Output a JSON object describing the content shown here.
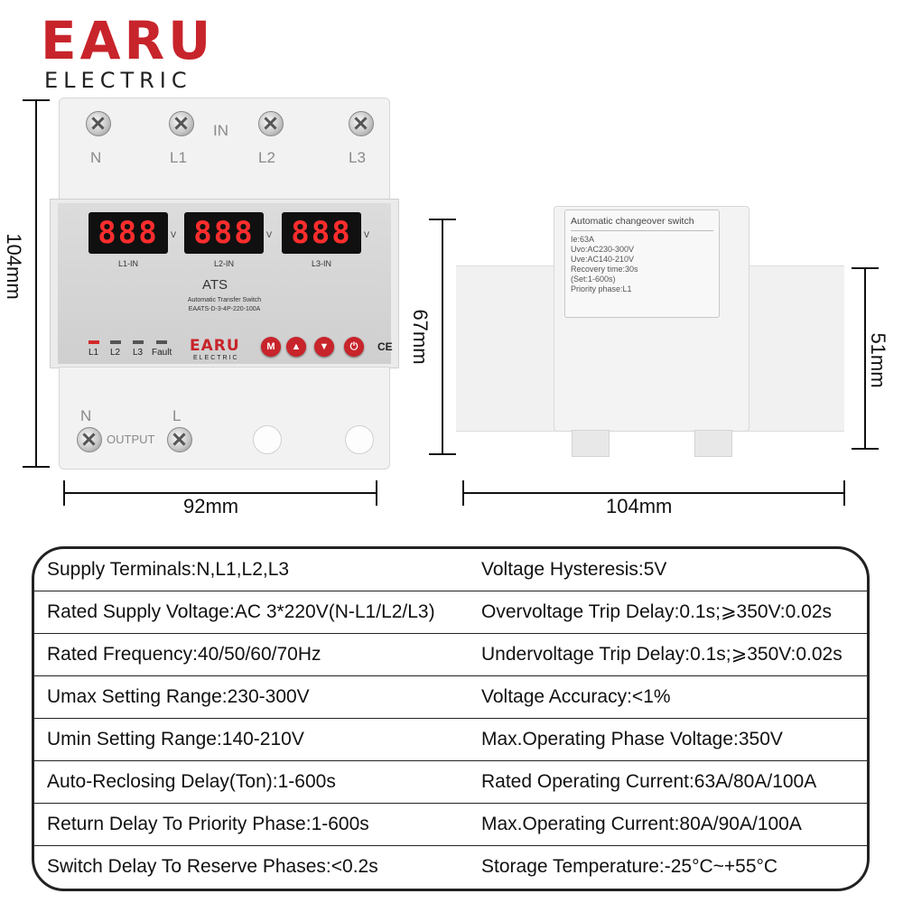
{
  "logo": {
    "brand": "EARU",
    "sub": "ELECTRIC"
  },
  "dimensions": {
    "front_height": "104mm",
    "front_width": "92mm",
    "side_height": "67mm",
    "side_width": "104mm",
    "side_rail_height": "51mm"
  },
  "front_device": {
    "input_header": "IN",
    "input_terminals": [
      "N",
      "L1",
      "L2",
      "L3"
    ],
    "displays": [
      {
        "value": "888",
        "unit": "V",
        "label": "L1-IN"
      },
      {
        "value": "888",
        "unit": "V",
        "label": "L2-IN"
      },
      {
        "value": "888",
        "unit": "V",
        "label": "L3-IN"
      }
    ],
    "title": "ATS",
    "subtitle": "Automatic Transfer Switch",
    "model": "EAATS-D-3-4P-220-100A",
    "indicators": [
      "L1",
      "L2",
      "L3",
      "Fault"
    ],
    "brand": "EARU",
    "brand_sub": "ELECTRIC",
    "button_m": "M",
    "button_up": "▲",
    "button_down": "▼",
    "button_power": "⏻",
    "ce_mark": "CE",
    "output_header": "OUTPUT",
    "output_terminals": [
      "N",
      "L"
    ]
  },
  "side_label": {
    "title": "Automatic changeover switch",
    "lines": [
      "Ie:63A",
      "Uvo:AC230-300V",
      "Uve:AC140-210V",
      "Recovery time:30s",
      "(Set:1-600s)",
      "Priority phase:L1"
    ]
  },
  "specs": [
    {
      "left": "Supply Terminals:N,L1,L2,L3",
      "right": "Voltage Hysteresis:5V"
    },
    {
      "left": "Rated Supply Voltage:AC 3*220V(N-L1/L2/L3)",
      "right": "Overvoltage Trip Delay:0.1s;⩾350V:0.02s"
    },
    {
      "left": "Rated Frequency:40/50/60/70Hz",
      "right": "Undervoltage Trip Delay:0.1s;⩾350V:0.02s"
    },
    {
      "left": "Umax Setting Range:230-300V",
      "right": "Voltage Accuracy:<1%"
    },
    {
      "left": "Umin Setting Range:140-210V",
      "right": "Max.Operating Phase Voltage:350V"
    },
    {
      "left": "Auto-Reclosing Delay(Ton):1-600s",
      "right": "Rated Operating Current:63A/80A/100A"
    },
    {
      "left": "Return Delay To Priority Phase:1-600s",
      "right": "Max.Operating Current:80A/90A/100A"
    },
    {
      "left": "Switch Delay To Reserve Phases:<0.2s",
      "right": "Storage Temperature:-25°C~+55°C"
    }
  ]
}
